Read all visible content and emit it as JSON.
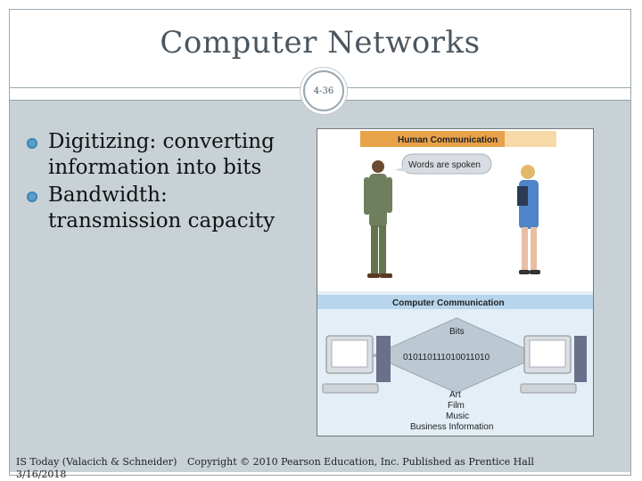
{
  "slide": {
    "title": "Computer Networks",
    "slide_number": "4-36",
    "bullets": [
      "Digitizing: converting information into bits",
      "Bandwidth: transmission capacity"
    ]
  },
  "figure": {
    "human_heading": "Human Communication",
    "speech_text": "Words are spoken",
    "computer_heading": "Computer Communication",
    "bits_label": "Bits",
    "binary_string": "010110111010011010",
    "media_items": [
      "Art",
      "Film",
      "Music",
      "Business Information"
    ]
  },
  "footer": {
    "source": "IS Today (Valacich & Schneider)",
    "date": "3/16/2018",
    "copyright": "Copyright © 2010 Pearson Education, Inc. Published as Prentice Hall"
  },
  "colors": {
    "content_background": "#c7d1d6",
    "bullet_accent": "#5a9ec8",
    "title_text": "#4b5660"
  }
}
